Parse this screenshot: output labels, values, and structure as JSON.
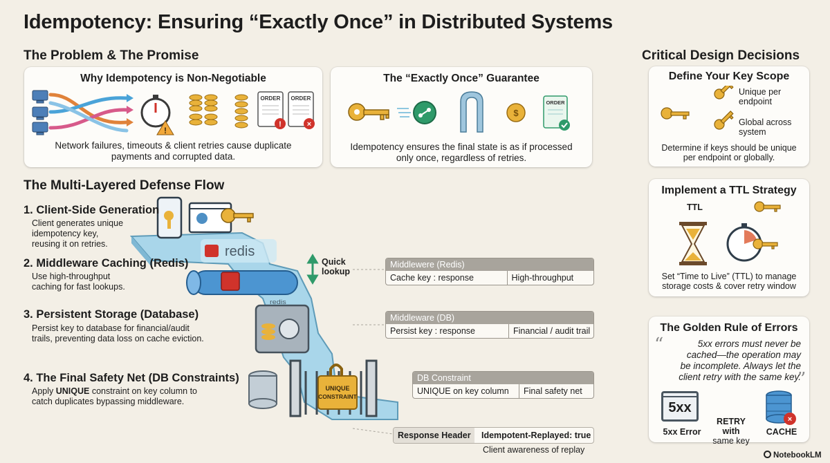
{
  "title": "Idempotency: Ensuring “Exactly Once” in Distributed Systems",
  "problem": {
    "heading": "The Problem & The Promise",
    "left_card": {
      "title": "Why Idempotency is Non-Negotiable",
      "text_line1": "Network failures, timeouts & client retries cause duplicate",
      "text_line2": "payments and corrupted data.",
      "order_label": "ORDER"
    },
    "right_card": {
      "title": "The “Exactly Once” Guarantee",
      "text_line1": "Idempotency ensures the final state is as if processed",
      "text_line2": "only once, regardless of retries.",
      "order_label": "ORDER"
    }
  },
  "flow": {
    "heading": "The Multi-Layered Defense Flow",
    "steps": [
      {
        "title": "1. Client-Side Generation",
        "lines": [
          "Client generates unique",
          "idempotency key,",
          "reusing it on retries."
        ]
      },
      {
        "title": "2. Middleware Caching (Redis)",
        "lines": [
          "Use high-throughput",
          "caching for fast lookups."
        ]
      },
      {
        "title": "3. Persistent Storage (Database)",
        "lines": [
          "Persist key to database for financial/audit",
          "trails, preventing data loss on cache eviction."
        ]
      },
      {
        "title": "4. The Final Safety Net (DB Constraints)",
        "lines_prefix": "Apply ",
        "lines_bold": "UNIQUE",
        "lines_suffix": " constraint on key column to",
        "line2": "catch duplicates bypassing middleware."
      }
    ],
    "redis_label": "redis",
    "redis_mirror_label": "redis",
    "quick_lookup_line1": "Quick",
    "quick_lookup_line2": "lookup",
    "unique_constraint_line1": "UNIQUE",
    "unique_constraint_line2": "CONSTRAINT"
  },
  "tables": {
    "redis": {
      "header": "Middlewere (Redis)",
      "col1": "Cache key  :  response",
      "col2": "High-throughput APIs"
    },
    "db": {
      "header": "Middleware (DB)",
      "col1": "Persist key  :  response",
      "col2": "Financial / audit trail"
    },
    "constraint": {
      "header": "DB Constraint",
      "col1": "UNIQUE on key column",
      "col2": "Final safety net"
    },
    "response": {
      "col1": "Response Header",
      "col2": "Idempotent-Replayed: true",
      "caption": "Client awareness of replay"
    }
  },
  "decisions": {
    "heading": "Critical Design Decisions",
    "key_scope": {
      "title": "Define Your Key Scope",
      "opt1_line1": "Unique per",
      "opt1_line2": "endpoint",
      "opt2_line1": "Global across",
      "opt2_line2": "system",
      "text_line1": "Determine if keys should be unique",
      "text_line2": "per endpoint or globally."
    },
    "ttl": {
      "title": "Implement a TTL Strategy",
      "ttl_label": "TTL",
      "text_line1": "Set “Time to Live” (TTL) to manage",
      "text_line2": "storage costs & cover retry window"
    },
    "golden": {
      "title": "The Golden Rule of Errors",
      "quote_lines": [
        "5xx errors must never be",
        "cached—the operation may",
        "be incomplete. Always let the",
        "client retry with the same key."
      ],
      "err_icon_text": "5xx",
      "err_label": "5xx Error",
      "retry_line1": "RETRY with",
      "retry_line2": "same key",
      "cache_label": "CACHE"
    }
  },
  "footer": {
    "brand": "NotebookLM"
  },
  "colors": {
    "background": "#f3efe6",
    "key_gold": "#e9b23a",
    "redis_red": "#d0332b",
    "flow_blue": "#8ec7e0",
    "table_header": "#a8a49c",
    "green": "#2f9a6a"
  }
}
